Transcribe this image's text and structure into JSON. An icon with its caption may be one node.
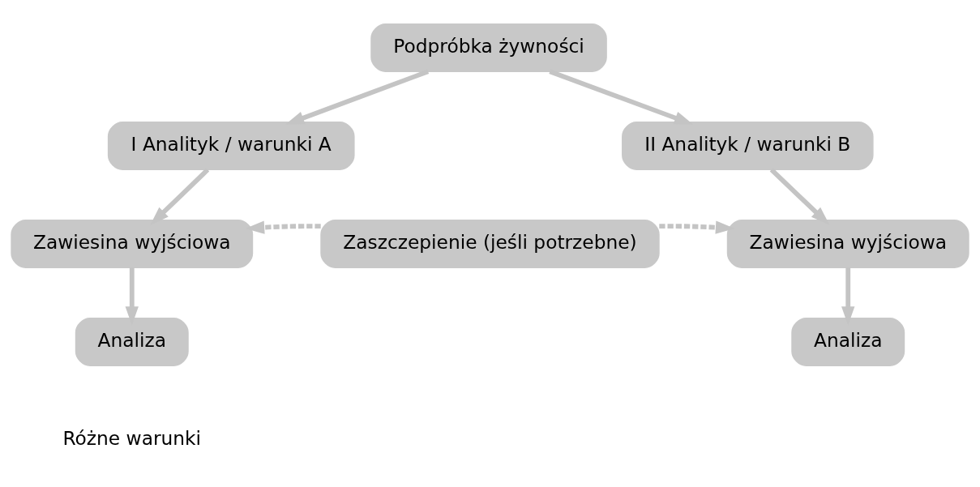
{
  "diagram": {
    "nodes": [
      {
        "text": [
          "Podpróbka żywności"
        ]
      },
      {
        "text": [
          "I Analityk / warunki A"
        ]
      },
      {
        "text": [
          "II Analityk / warunki B"
        ]
      },
      {
        "text": [
          "Zawiesina wyjściowa"
        ]
      },
      {
        "text": [
          "Zaszczepienie (jeśli potrzebne)"
        ]
      },
      {
        "text": [
          "Zawiesina wyjściowa"
        ]
      },
      {
        "text": [
          "Analiza"
        ]
      },
      {
        "text": [
          "Analiza"
        ]
      }
    ],
    "edges": [
      {
        "from": 0,
        "to": 1,
        "arrow": "to"
      },
      {
        "from": 0,
        "to": 2,
        "arrow": "to"
      },
      {
        "from": 1,
        "to": 3,
        "arrow": "to"
      },
      {
        "from": 2,
        "to": 5,
        "arrow": "to"
      },
      {
        "from": 4,
        "to": 3,
        "arrow": "to",
        "style": "dashed"
      },
      {
        "from": 4,
        "to": 5,
        "arrow": "to",
        "style": "dashed"
      },
      {
        "from": 3,
        "to": 6,
        "arrow": "to"
      },
      {
        "from": 5,
        "to": 7,
        "arrow": "to"
      }
    ],
    "labels": [
      "Różne warunki"
    ]
  }
}
